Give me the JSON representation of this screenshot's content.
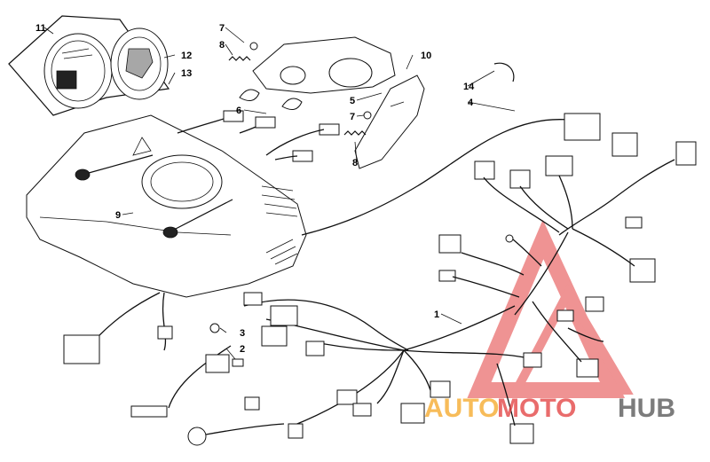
{
  "callouts": {
    "c1": "1",
    "c2": "2",
    "c3": "3",
    "c4": "4",
    "c5": "5",
    "c6": "6",
    "c7": "7",
    "c8": "8",
    "c9": "9",
    "c10": "10",
    "c11": "11",
    "c12": "12",
    "c13": "13",
    "c14": "14"
  },
  "watermark": {
    "part1": "AUTO",
    "part2": "MOTO",
    "part3": "HUB"
  },
  "colors": {
    "line": "#111111",
    "watermark_red": "#e23b3b",
    "watermark_orange": "#f5a623",
    "watermark_gray": "#666666",
    "background": "#ffffff"
  }
}
